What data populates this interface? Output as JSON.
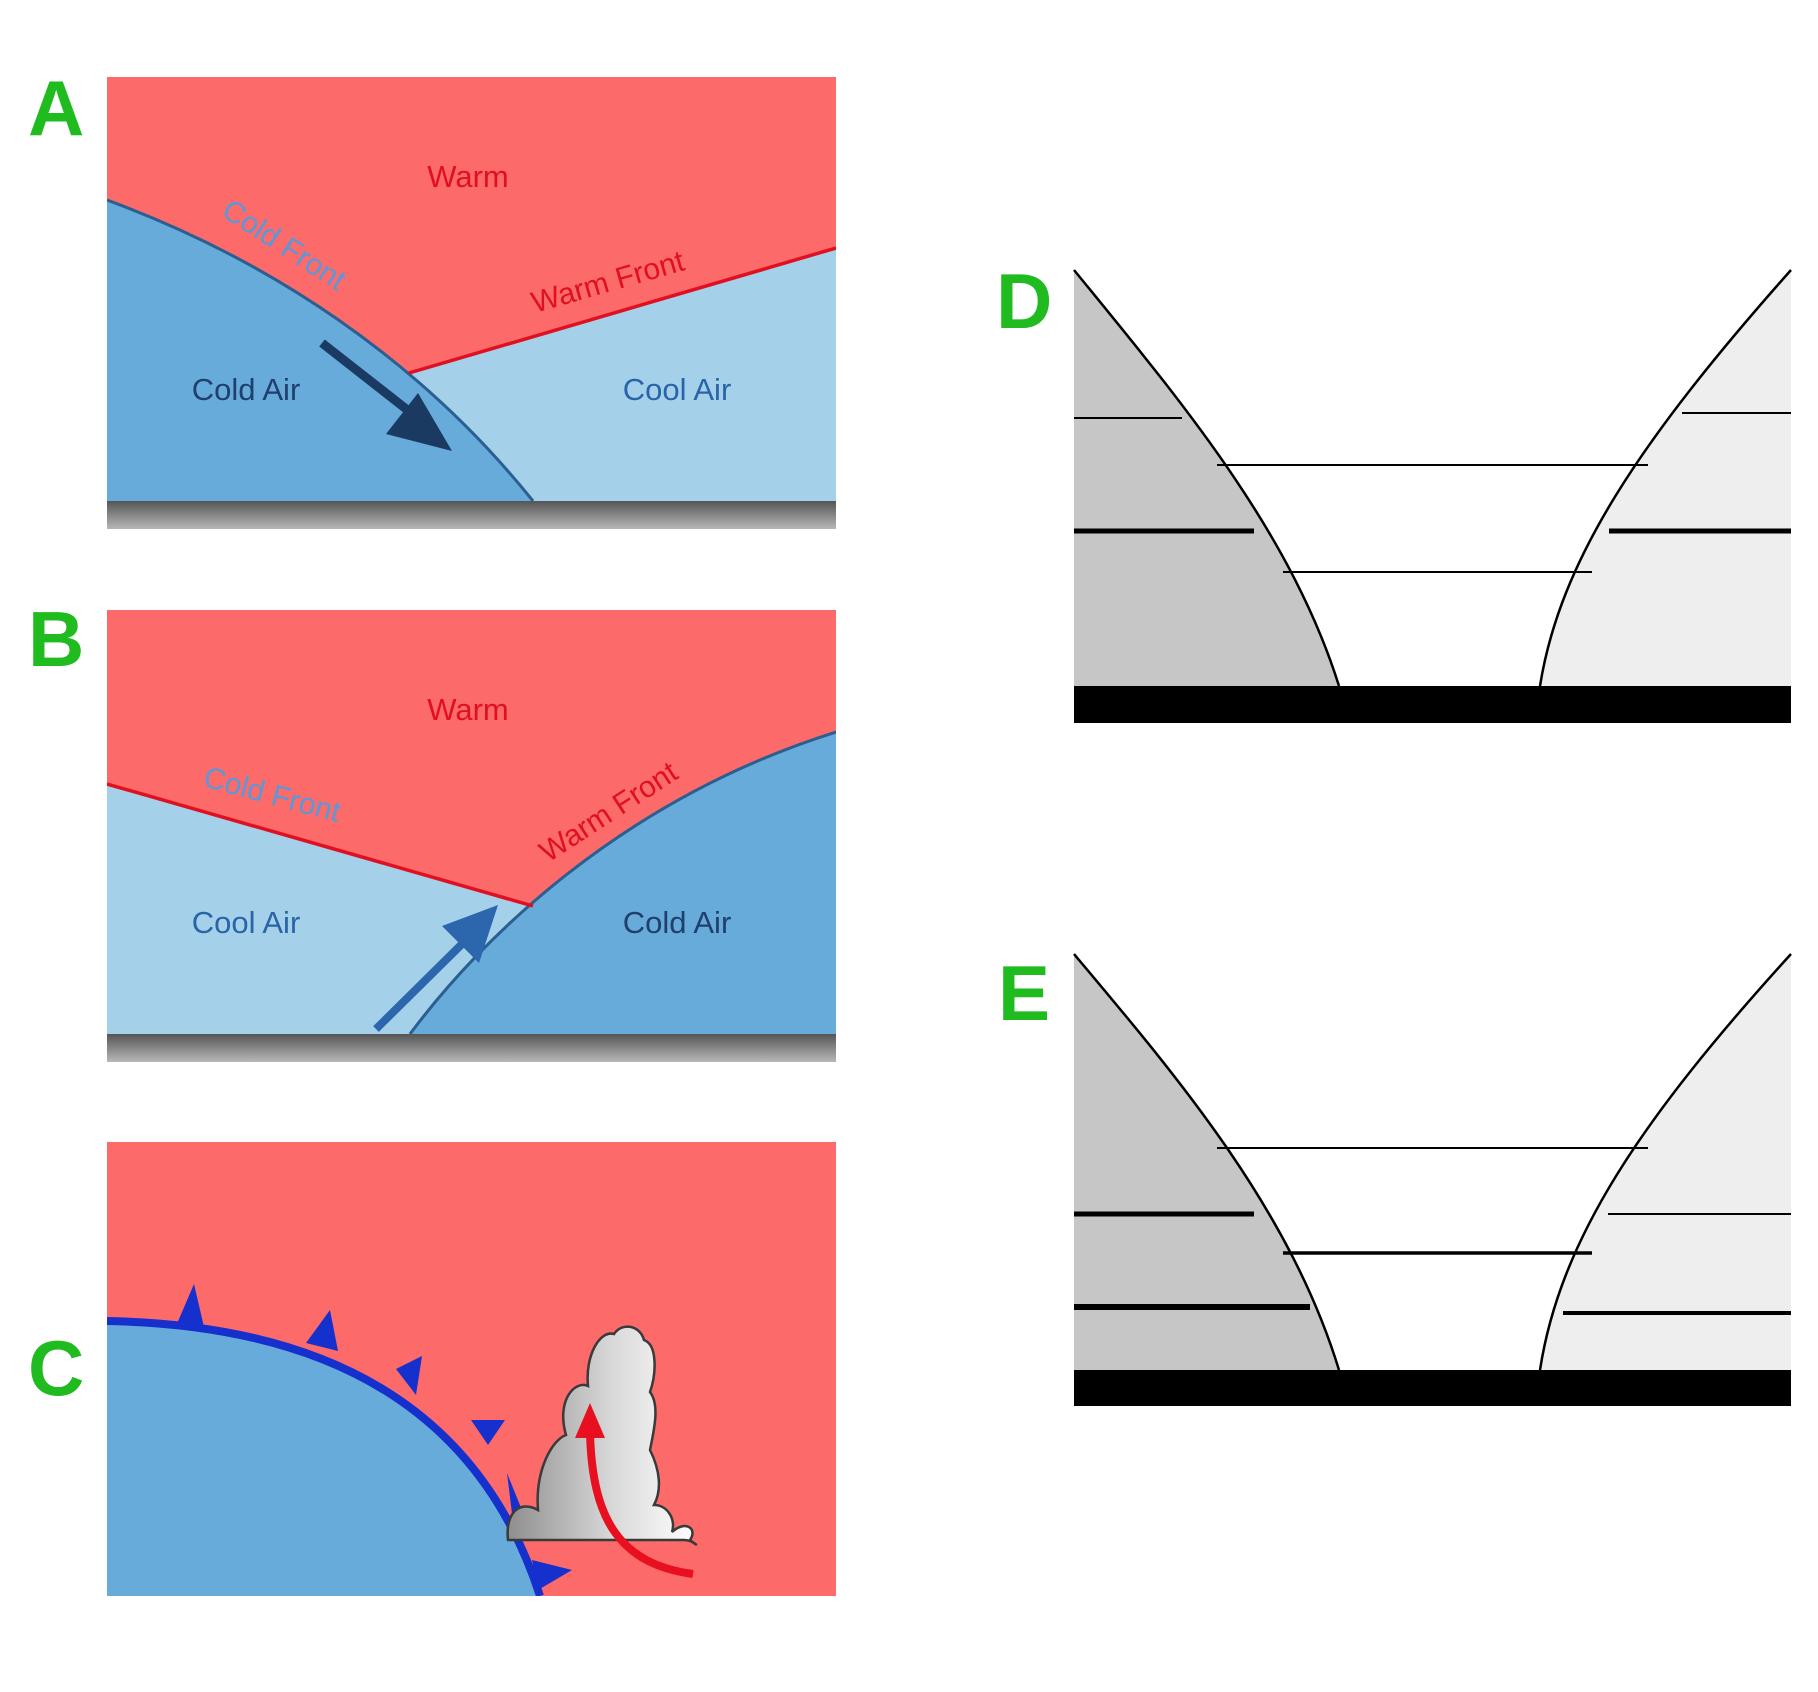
{
  "colors": {
    "letter": "#1fbb1f",
    "warm": "#fd6a6a",
    "cold": "#67abdb",
    "cool": "#a4d0ea",
    "warm_text": "#e01020",
    "cold_text": "#1f3f6c",
    "cool_text": "#2a64a8",
    "cold_front_text": "#5a98d8",
    "front_line_blue": "#1e3ec8",
    "front_line_red": "#e01020",
    "arrow_dark": "#1a3a62",
    "arrow_blue": "#2c66ac",
    "ground": "#8a8a8a",
    "rock_dark": "#c6c6c6",
    "rock_light": "#eeeeee",
    "bedrock": "#000000"
  },
  "panels": {
    "a": {
      "letter": "A",
      "warm": "Warm",
      "cold_front": "Cold Front",
      "warm_front": "Warm Front",
      "cold_air": "Cold Air",
      "cool_air": "Cool Air"
    },
    "b": {
      "letter": "B",
      "warm": "Warm",
      "cold_front": "Cold Front",
      "warm_front": "Warm Front",
      "cool_air": "Cool Air",
      "cold_air": "Cold Air"
    },
    "c": {
      "letter": "C"
    },
    "d": {
      "letter": "D"
    },
    "e": {
      "letter": "E"
    }
  }
}
